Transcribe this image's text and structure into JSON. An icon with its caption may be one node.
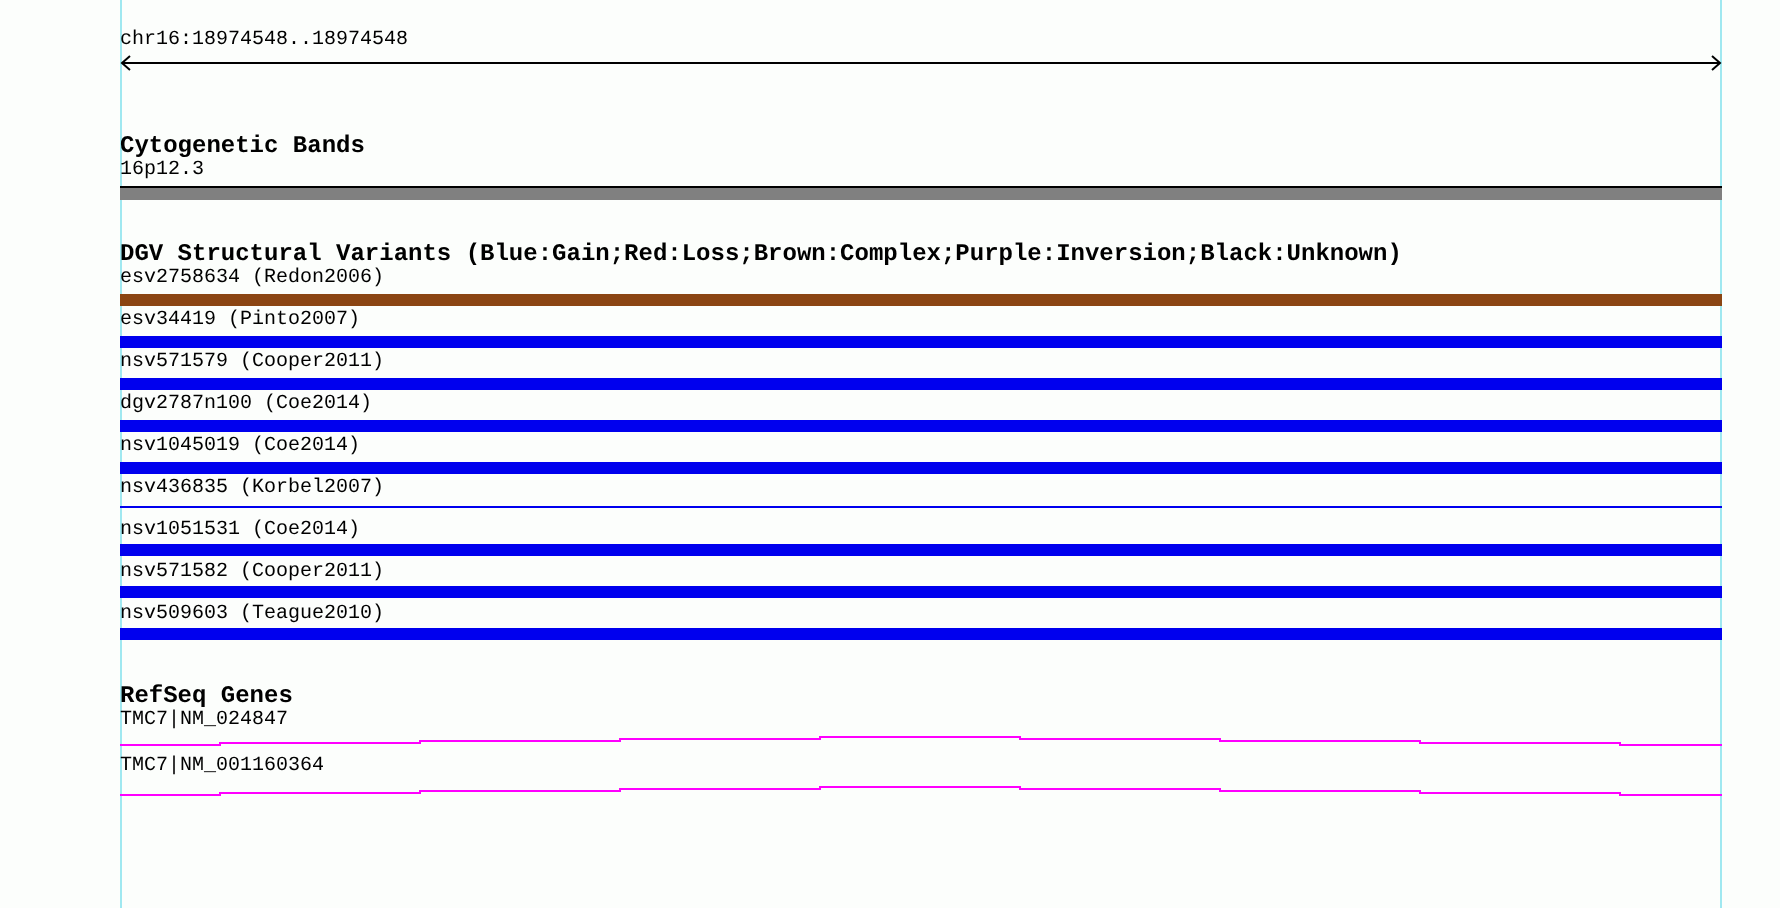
{
  "diagram": {
    "labels": [
      "chr16:18974548..18974548",
      "Cytogenetic Bands",
      "16p12.3",
      "DGV Structural Variants (Blue:Gain;Red:Loss;Brown:Complex;Purple:Inversion;Black:Unknown)",
      "esv2758634 (Redon2006)",
      "esv34419 (Pinto2007)",
      "nsv571579 (Cooper2011)",
      "dgv2787n100 (Coe2014)",
      "nsv1045019 (Coe2014)",
      "nsv436835 (Korbel2007)",
      "nsv1051531 (Coe2014)",
      "nsv571582 (Cooper2011)",
      "nsv509603 (Teague2010)",
      "RefSeq Genes",
      "TMC7|NM_024847",
      "TMC7|NM_001160364"
    ]
  }
}
